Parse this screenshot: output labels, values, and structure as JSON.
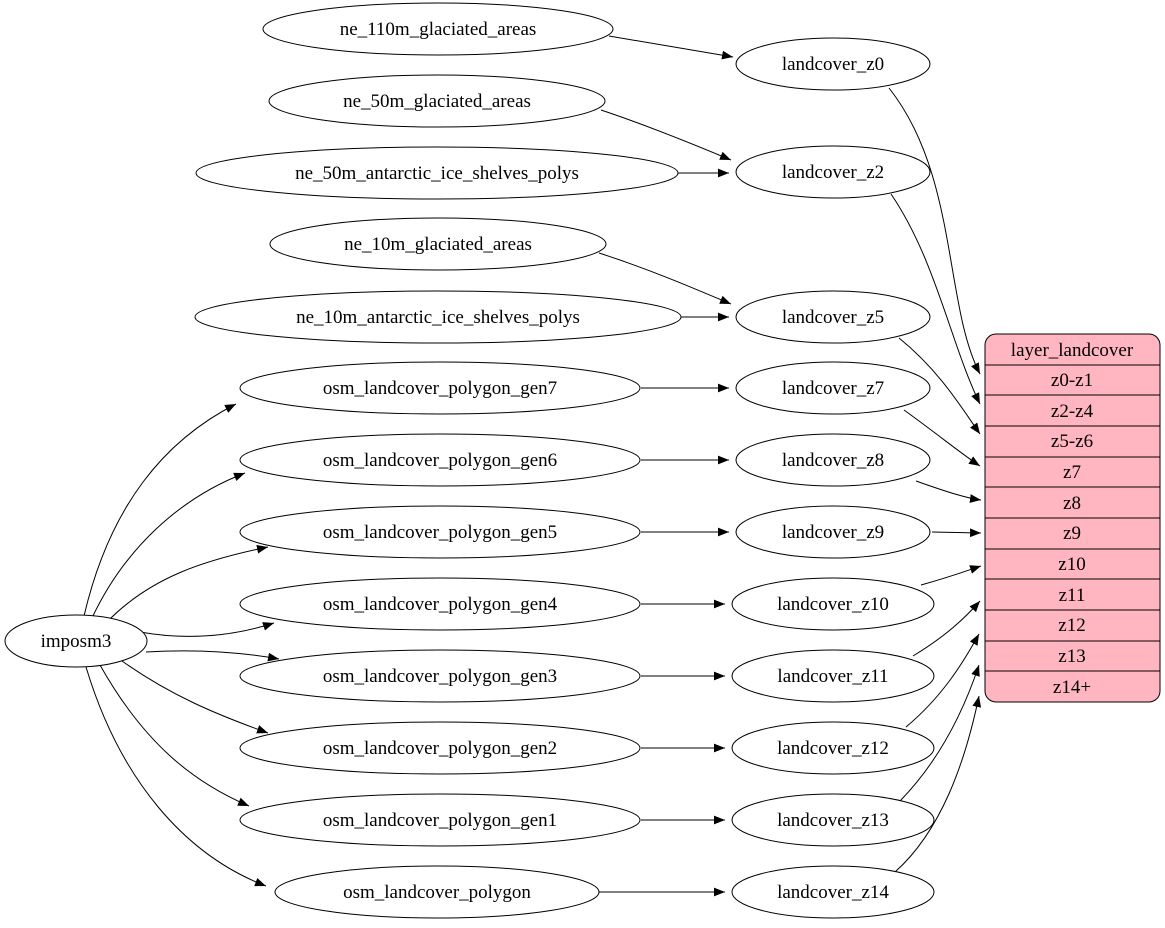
{
  "diagram": {
    "type": "graphviz-dependency-graph",
    "colors": {
      "background": "#ffffff",
      "node_fill": "#ffffff",
      "node_stroke": "#000000",
      "edge": "#000000",
      "table_fill": "#ffb6c1"
    },
    "importer": {
      "label": "imposm3"
    },
    "sources": [
      {
        "label": "ne_110m_glaciated_areas"
      },
      {
        "label": "ne_50m_glaciated_areas"
      },
      {
        "label": "ne_50m_antarctic_ice_shelves_polys"
      },
      {
        "label": "ne_10m_glaciated_areas"
      },
      {
        "label": "ne_10m_antarctic_ice_shelves_polys"
      },
      {
        "label": "osm_landcover_polygon_gen7"
      },
      {
        "label": "osm_landcover_polygon_gen6"
      },
      {
        "label": "osm_landcover_polygon_gen5"
      },
      {
        "label": "osm_landcover_polygon_gen4"
      },
      {
        "label": "osm_landcover_polygon_gen3"
      },
      {
        "label": "osm_landcover_polygon_gen2"
      },
      {
        "label": "osm_landcover_polygon_gen1"
      },
      {
        "label": "osm_landcover_polygon"
      }
    ],
    "views": [
      {
        "label": "landcover_z0"
      },
      {
        "label": "landcover_z2"
      },
      {
        "label": "landcover_z5"
      },
      {
        "label": "landcover_z7"
      },
      {
        "label": "landcover_z8"
      },
      {
        "label": "landcover_z9"
      },
      {
        "label": "landcover_z10"
      },
      {
        "label": "landcover_z11"
      },
      {
        "label": "landcover_z12"
      },
      {
        "label": "landcover_z13"
      },
      {
        "label": "landcover_z14"
      }
    ],
    "table": {
      "title": "layer_landcover",
      "rows": [
        "z0-z1",
        "z2-z4",
        "z5-z6",
        "z7",
        "z8",
        "z9",
        "z10",
        "z11",
        "z12",
        "z13",
        "z14+"
      ]
    },
    "edges": [
      {
        "from": "imposm3",
        "to": "osm_landcover_polygon_gen7"
      },
      {
        "from": "imposm3",
        "to": "osm_landcover_polygon_gen6"
      },
      {
        "from": "imposm3",
        "to": "osm_landcover_polygon_gen5"
      },
      {
        "from": "imposm3",
        "to": "osm_landcover_polygon_gen4"
      },
      {
        "from": "imposm3",
        "to": "osm_landcover_polygon_gen3"
      },
      {
        "from": "imposm3",
        "to": "osm_landcover_polygon_gen2"
      },
      {
        "from": "imposm3",
        "to": "osm_landcover_polygon_gen1"
      },
      {
        "from": "imposm3",
        "to": "osm_landcover_polygon"
      },
      {
        "from": "ne_110m_glaciated_areas",
        "to": "landcover_z0"
      },
      {
        "from": "ne_50m_glaciated_areas",
        "to": "landcover_z2"
      },
      {
        "from": "ne_50m_antarctic_ice_shelves_polys",
        "to": "landcover_z2"
      },
      {
        "from": "ne_10m_glaciated_areas",
        "to": "landcover_z5"
      },
      {
        "from": "ne_10m_antarctic_ice_shelves_polys",
        "to": "landcover_z5"
      },
      {
        "from": "osm_landcover_polygon_gen7",
        "to": "landcover_z7"
      },
      {
        "from": "osm_landcover_polygon_gen6",
        "to": "landcover_z8"
      },
      {
        "from": "osm_landcover_polygon_gen5",
        "to": "landcover_z9"
      },
      {
        "from": "osm_landcover_polygon_gen4",
        "to": "landcover_z10"
      },
      {
        "from": "osm_landcover_polygon_gen3",
        "to": "landcover_z11"
      },
      {
        "from": "osm_landcover_polygon_gen2",
        "to": "landcover_z12"
      },
      {
        "from": "osm_landcover_polygon_gen1",
        "to": "landcover_z13"
      },
      {
        "from": "osm_landcover_polygon",
        "to": "landcover_z14"
      },
      {
        "from": "landcover_z0",
        "to": "layer_landcover:z0-z1"
      },
      {
        "from": "landcover_z2",
        "to": "layer_landcover:z2-z4"
      },
      {
        "from": "landcover_z5",
        "to": "layer_landcover:z5-z6"
      },
      {
        "from": "landcover_z7",
        "to": "layer_landcover:z7"
      },
      {
        "from": "landcover_z8",
        "to": "layer_landcover:z8"
      },
      {
        "from": "landcover_z9",
        "to": "layer_landcover:z9"
      },
      {
        "from": "landcover_z10",
        "to": "layer_landcover:z10"
      },
      {
        "from": "landcover_z11",
        "to": "layer_landcover:z11"
      },
      {
        "from": "landcover_z12",
        "to": "layer_landcover:z12"
      },
      {
        "from": "landcover_z13",
        "to": "layer_landcover:z13"
      },
      {
        "from": "landcover_z14",
        "to": "layer_landcover:z14+"
      }
    ]
  }
}
